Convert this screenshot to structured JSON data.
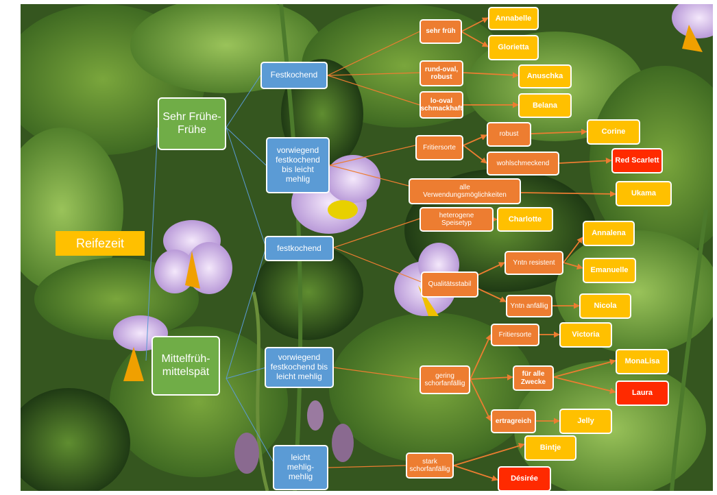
{
  "title": "Reifezeit",
  "colors": {
    "ripeness": "#70ad47",
    "texture": "#5b9bd5",
    "property": "#ed7d31",
    "variety": "#ffc000",
    "red_variety": "#ff2a00",
    "line_blue": "#5b9bd5",
    "line_orange": "#ed7d31"
  },
  "groups": {
    "early": "Sehr Frühe-\nFrühe",
    "mid": "Mittelfrüh-\nmittelspät"
  },
  "texture": {
    "festkochend_early": "Festkochend",
    "vorwiegend_early": "vorwiegend\nfestkochend\nbis leicht\nmehlig",
    "festkochend_mid": "festkochend",
    "vorwiegend_mid": "vorwiegend\nfestkochend bis\nleicht mehlig",
    "mehlig_mid": "leicht\nmehlig-\nmehlig"
  },
  "properties": {
    "sehr_frueh": "sehr früh",
    "rund_oval": "rund-oval,\nrobust",
    "lo_oval": "lo-oval\nschmackhaft",
    "fritiersorte_early": "Fritiersorte",
    "robust": "robust",
    "wohlschmeckend": "wohlschmeckend",
    "alle_verwendung": "alle\nVerwendungsmöglichkeiten",
    "heterogene": "heterogene\nSpeisetyp",
    "qualitaetsstabil": "Qualitätsstabil",
    "yntn_resistent": "Yntn resistent",
    "yntn_anfaellig": "Yntn anfällig",
    "fritiersorte_mid": "Fritiersorte",
    "gering_schorf": "gering\nschorfanfällig",
    "fuer_alle": "für alle\nZwecke",
    "ertragreich": "ertragreich",
    "stark_schorf": "stark\nschorfanfällig"
  },
  "varieties": {
    "annabelle": "Annabelle",
    "glorietta": "Glorietta",
    "anuschka": "Anuschka",
    "belana": "Belana",
    "corine": "Corine",
    "red_scarlett": "Red Scarlett",
    "ukama": "Ukama",
    "charlotte": "Charlotte",
    "annalena": "Annalena",
    "emanuelle": "Emanuelle",
    "nicola": "Nicola",
    "victoria": "Victoria",
    "monalisa": "MonaLisa",
    "laura": "Laura",
    "jelly": "Jelly",
    "bintje": "Bintje",
    "desiree": "Désirée"
  }
}
